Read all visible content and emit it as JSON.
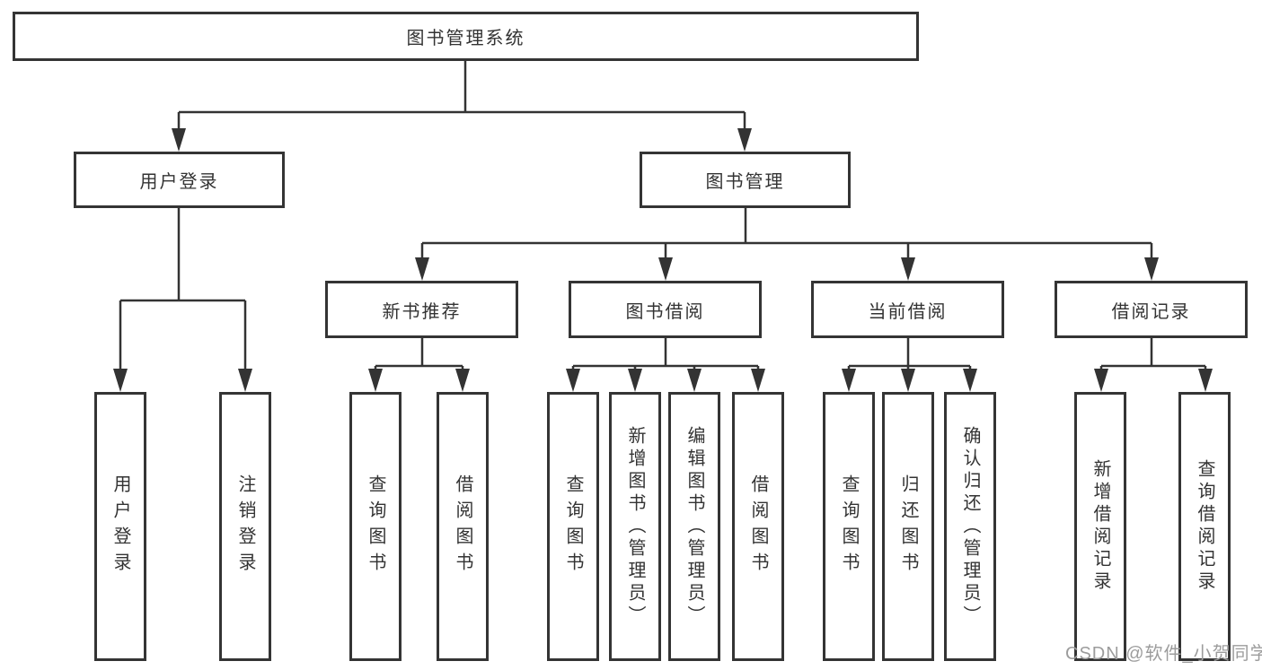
{
  "colors": {
    "line": "#333333",
    "box_border": "#343434",
    "box_fill": "#ffffff",
    "text": "#333333",
    "watermark": "#9c9c9c",
    "background": "#ffffff"
  },
  "watermark": "CSDN @软件_小贺同学",
  "tree": {
    "root": "图书管理系统",
    "branches": [
      {
        "label": "用户登录",
        "children": [
          "用户登录",
          "注销登录"
        ]
      },
      {
        "label": "图书管理",
        "modules": [
          {
            "label": "新书推荐",
            "children": [
              "查询图书",
              "借阅图书"
            ]
          },
          {
            "label": "图书借阅",
            "children": [
              "查询图书",
              "新增图书（管理员）",
              "编辑图书（管理员）",
              "借阅图书"
            ]
          },
          {
            "label": "当前借阅",
            "children": [
              "查询图书",
              "归还图书",
              "确认归还（管理员）"
            ]
          },
          {
            "label": "借阅记录",
            "children": [
              "新增借阅记录",
              "查询借阅记录"
            ]
          }
        ]
      }
    ]
  }
}
